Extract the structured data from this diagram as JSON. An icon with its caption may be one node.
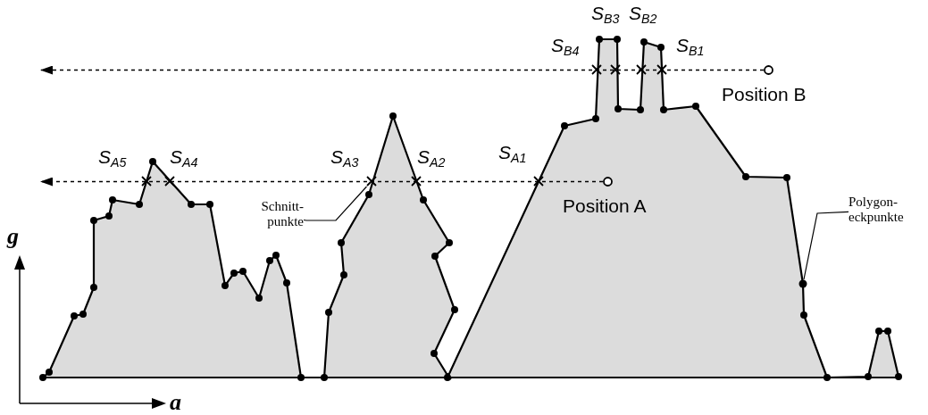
{
  "diagram": {
    "nodes": [
      {
        "text": [],
        "shape": "circle",
        "beside": [
          "Position A"
        ]
      },
      {
        "text": [],
        "shape": "circle",
        "beside": [
          "Position B"
        ]
      },
      {
        "text": [
          "Schnitt- punkte"
        ]
      },
      {
        "text": [],
        "shape": "cross"
      },
      {
        "text": [
          "Polygon- eckpunkte"
        ]
      },
      {
        "text": [],
        "shape": "circle"
      }
    ],
    "edges": [
      {
        "from": 0,
        "to": null,
        "arrow": "to",
        "style": "dashed"
      },
      {
        "from": 1,
        "to": null,
        "arrow": "to",
        "style": "dashed"
      },
      {
        "from": 2,
        "to": 3,
        "arrow": "none"
      },
      {
        "from": 4,
        "to": 5,
        "arrow": "none"
      }
    ],
    "labels": [
      "S$_{B3}$",
      "S$_{B2}$",
      "S$_{B4}$",
      "S$_{B1}$",
      "S$_{A5}$",
      "S$_{A4}$",
      "S$_{A3}$",
      "S$_{A2}$",
      "S$_{A1}$",
      "g",
      "a"
    ]
  }
}
